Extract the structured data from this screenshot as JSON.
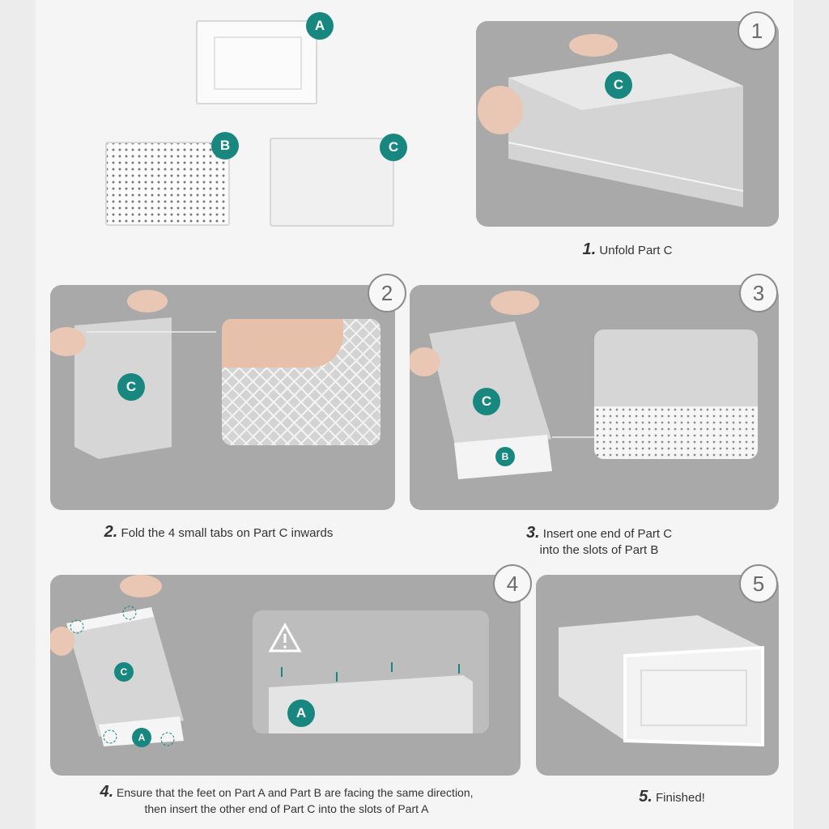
{
  "parts": {
    "a": "A",
    "b": "B",
    "c": "C"
  },
  "steps": [
    {
      "number": "1",
      "index": "1.",
      "text": "Unfold Part C"
    },
    {
      "number": "2",
      "index": "2.",
      "text": "Fold the 4 small tabs on Part C inwards"
    },
    {
      "number": "3",
      "index": "3.",
      "text": "Insert one end of Part C",
      "text2": "into the slots of Part B"
    },
    {
      "number": "4",
      "index": "4.",
      "text": "Ensure that the feet on Part A and Part B are facing the same direction,",
      "text2": "then insert the other end of Part C into the slots of Part A"
    },
    {
      "number": "5",
      "index": "5.",
      "text": "Finished!"
    }
  ],
  "colors": {
    "accent": "#17877f",
    "panel": "#a9a9a9"
  }
}
